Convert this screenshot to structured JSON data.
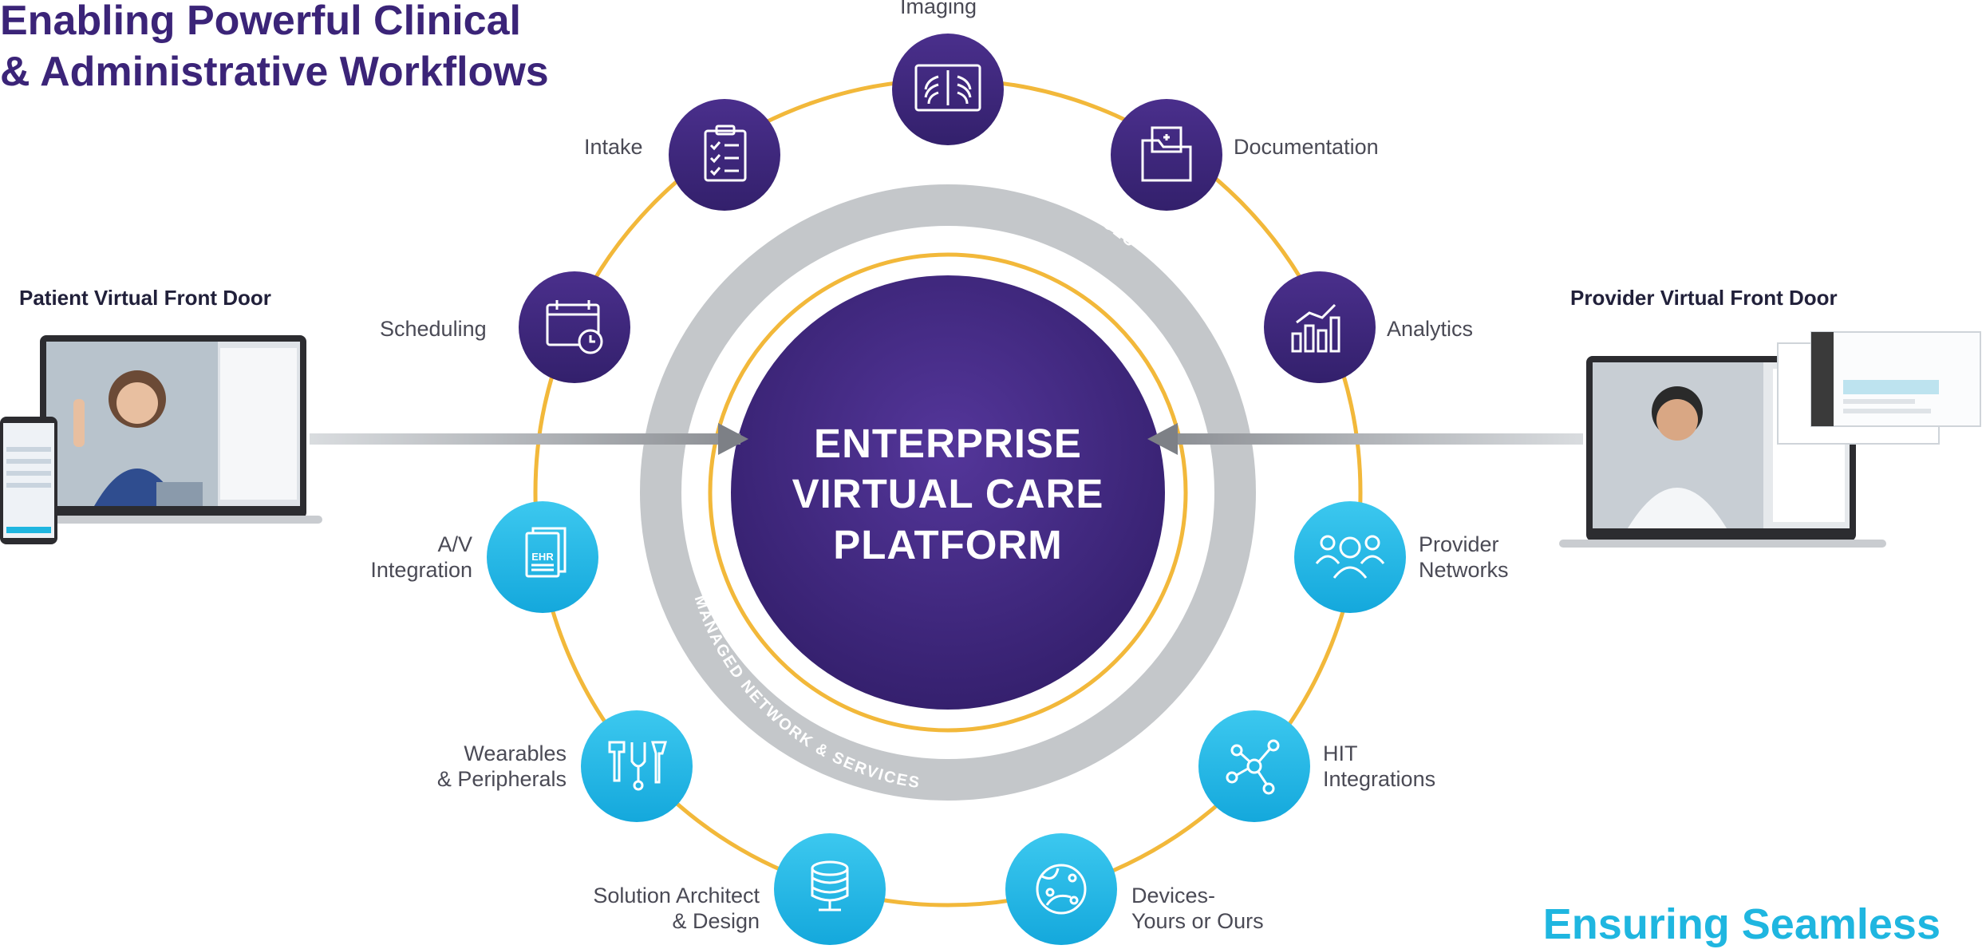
{
  "title": "Enabling Powerful Clinical\n& Administrative Workflows",
  "subtitle": "Ensuring Seamless",
  "patient_door": "Patient Virtual Front Door",
  "provider_door": "Provider Virtual Front Door",
  "center": {
    "line1": "ENTERPRISE",
    "line2": "VIRTUAL CARE",
    "line3": "PLATFORM"
  },
  "ring_text": "MANAGED NETWORK & SERVICES",
  "nodes": {
    "imaging": "Imaging",
    "intake": "Intake",
    "documentation": "Documentation",
    "scheduling": "Scheduling",
    "analytics": "Analytics",
    "av_integration": "A/V\nIntegration",
    "provider_networks": "Provider\nNetworks",
    "wearables": "Wearables\n& Peripherals",
    "hit": "HIT\nIntegrations",
    "solution": "Solution Architect\n& Design",
    "devices": "Devices-\nYours or Ours"
  },
  "icons": {
    "imaging": "x-ray-icon",
    "intake": "clipboard-checklist-icon",
    "documentation": "medical-folder-icon",
    "scheduling": "calendar-clock-icon",
    "analytics": "bar-chart-icon",
    "av_integration": "ehr-document-icon",
    "provider_networks": "provider-group-icon",
    "wearables": "medical-tools-icon",
    "hit": "network-nodes-icon",
    "solution": "database-icon",
    "devices": "globe-devices-icon"
  },
  "ehr_label": "EHR",
  "colors": {
    "purple": "#3b2478",
    "cyan": "#1fb6e0",
    "gold": "#f2b83a",
    "gray_ring": "#b9bcc0"
  }
}
